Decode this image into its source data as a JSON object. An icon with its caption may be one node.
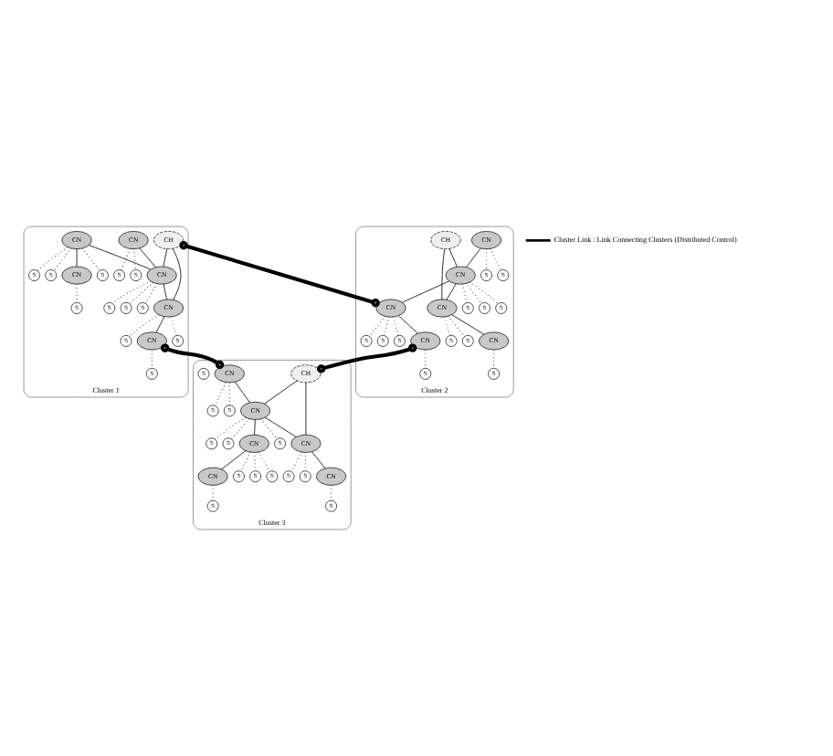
{
  "diagram": {
    "nodes": [
      {
        "text": [
          "Cluster 1"
        ]
      },
      {
        "text": [
          "CN"
        ],
        "in": 0
      },
      {
        "text": [
          "S"
        ],
        "in": 0
      },
      {
        "text": [
          "S"
        ],
        "in": 0
      },
      {
        "text": [
          "S"
        ],
        "in": 0
      },
      {
        "text": [
          "S"
        ],
        "in": 0
      },
      {
        "text": [
          "CN"
        ],
        "in": 0
      },
      {
        "text": [
          "CN"
        ],
        "in": 0
      },
      {
        "text": [
          "S"
        ],
        "in": 0
      },
      {
        "text": [
          "S"
        ],
        "in": 0
      },
      {
        "text": [
          "CH"
        ],
        "in": 0
      },
      {
        "text": [
          "S"
        ],
        "in": 0
      },
      {
        "text": [
          "S"
        ],
        "in": 0
      },
      {
        "text": [
          "S"
        ],
        "in": 0
      },
      {
        "text": [
          "S"
        ],
        "in": 0
      },
      {
        "text": [
          "S"
        ],
        "in": 0
      },
      {
        "text": [
          "CN"
        ],
        "in": 0
      },
      {
        "text": [
          "CN"
        ],
        "in": 0
      },
      {
        "text": [
          "CN"
        ],
        "in": 0
      },
      {
        "text": [
          "S"
        ],
        "in": 0
      },
      {
        "text": [
          "Cluster 2"
        ]
      },
      {
        "text": [
          "CN"
        ],
        "in": 20
      },
      {
        "text": [
          "CH"
        ],
        "in": 20
      },
      {
        "text": [
          "S"
        ],
        "in": 20
      },
      {
        "text": [
          "S"
        ],
        "in": 20
      },
      {
        "text": [
          "S"
        ],
        "in": 20
      },
      {
        "text": [
          "CN"
        ],
        "in": 20
      },
      {
        "text": [
          "S"
        ],
        "in": 20
      },
      {
        "text": [
          "S"
        ],
        "in": 20
      },
      {
        "text": [
          "CN"
        ],
        "in": 20
      },
      {
        "text": [
          "S"
        ],
        "in": 20
      },
      {
        "text": [
          "S"
        ],
        "in": 20
      },
      {
        "text": [
          "S"
        ],
        "in": 20
      },
      {
        "text": [
          "S"
        ],
        "in": 20
      },
      {
        "text": [
          "S"
        ],
        "in": 20
      },
      {
        "text": [
          "CN"
        ],
        "in": 20
      },
      {
        "text": [
          "CN"
        ],
        "in": 20
      },
      {
        "text": [
          "S"
        ],
        "in": 20
      },
      {
        "text": [
          "S"
        ],
        "in": 20
      },
      {
        "text": [
          "CN"
        ],
        "in": 20
      },
      {
        "text": [
          "Cluster 3"
        ]
      },
      {
        "text": [
          "CN"
        ],
        "in": 40
      },
      {
        "text": [
          "CH"
        ],
        "in": 40
      },
      {
        "text": [
          "S"
        ],
        "in": 40
      },
      {
        "text": [
          "S"
        ],
        "in": 40
      },
      {
        "text": [
          "S"
        ],
        "in": 40
      },
      {
        "text": [
          "CN"
        ],
        "in": 40
      },
      {
        "text": [
          "S"
        ],
        "in": 40
      },
      {
        "text": [
          "S"
        ],
        "in": 40
      },
      {
        "text": [
          "CN"
        ],
        "in": 40
      },
      {
        "text": [
          "S"
        ],
        "in": 40
      },
      {
        "text": [
          "S"
        ],
        "in": 40
      },
      {
        "text": [
          "S"
        ],
        "in": 40
      },
      {
        "text": [
          "S"
        ],
        "in": 40
      },
      {
        "text": [
          "S"
        ],
        "in": 40
      },
      {
        "text": [
          "S"
        ],
        "in": 40
      },
      {
        "text": [
          "CN"
        ],
        "in": 40
      },
      {
        "text": [
          "CN"
        ],
        "in": 40
      },
      {
        "text": [
          "S"
        ],
        "in": 40
      },
      {
        "text": [
          "S"
        ],
        "in": 40
      },
      {
        "text": [
          "CN"
        ],
        "in": 40
      }
    ],
    "edges": [
      {
        "from": 1,
        "to": 2,
        "arrow": "none",
        "style": "dashed"
      },
      {
        "from": 1,
        "to": 4,
        "arrow": "none",
        "style": "dashed"
      },
      {
        "from": 1,
        "to": 7,
        "arrow": "none"
      },
      {
        "from": 6,
        "to": 3,
        "arrow": "none",
        "style": "dashed"
      },
      {
        "from": 6,
        "to": 8,
        "arrow": "none",
        "style": "dashed"
      },
      {
        "from": 6,
        "to": 11,
        "arrow": "none",
        "style": "dashed"
      },
      {
        "from": 6,
        "to": 7,
        "arrow": "none"
      },
      {
        "from": 6,
        "to": 17,
        "arrow": "none"
      },
      {
        "from": 7,
        "to": 5,
        "arrow": "none",
        "style": "dashed"
      },
      {
        "from": 7,
        "to": 9,
        "arrow": "none",
        "style": "dashed"
      },
      {
        "from": 7,
        "to": 13,
        "arrow": "none",
        "style": "dashed"
      },
      {
        "from": 7,
        "to": 16,
        "arrow": "none"
      },
      {
        "from": 10,
        "to": 7,
        "arrow": "none"
      },
      {
        "from": 10,
        "to": 16,
        "arrow": "none"
      },
      {
        "from": 17,
        "to": 12,
        "arrow": "none",
        "style": "dashed"
      },
      {
        "from": 16,
        "to": 15,
        "arrow": "none",
        "style": "dashed"
      },
      {
        "from": 16,
        "to": 19,
        "arrow": "none",
        "style": "dashed"
      },
      {
        "from": 16,
        "to": 18,
        "arrow": "none"
      },
      {
        "from": 18,
        "to": 14,
        "arrow": "none",
        "style": "dashed"
      },
      {
        "from": 21,
        "to": 23,
        "arrow": "none",
        "style": "dashed"
      },
      {
        "from": 21,
        "to": 24,
        "arrow": "none",
        "style": "dashed"
      },
      {
        "from": 21,
        "to": 29,
        "arrow": "none"
      },
      {
        "from": 29,
        "to": 25,
        "arrow": "none",
        "style": "dashed"
      },
      {
        "from": 29,
        "to": 28,
        "arrow": "none",
        "style": "dashed"
      },
      {
        "from": 29,
        "to": 32,
        "arrow": "none",
        "style": "dashed"
      },
      {
        "from": 29,
        "to": 26,
        "arrow": "none"
      },
      {
        "from": 22,
        "to": 29,
        "arrow": "none"
      },
      {
        "from": 22,
        "to": 26,
        "arrow": "none"
      },
      {
        "from": 26,
        "to": 30,
        "arrow": "none",
        "style": "dashed"
      },
      {
        "from": 26,
        "to": 31,
        "arrow": "none",
        "style": "dashed"
      },
      {
        "from": 26,
        "to": 35,
        "arrow": "none"
      },
      {
        "from": 35,
        "to": 34,
        "arrow": "none",
        "style": "dashed"
      },
      {
        "from": 29,
        "to": 36,
        "arrow": "none"
      },
      {
        "from": 36,
        "to": 27,
        "arrow": "none",
        "style": "dashed"
      },
      {
        "from": 36,
        "to": 33,
        "arrow": "none",
        "style": "dashed"
      },
      {
        "from": 36,
        "to": 37,
        "arrow": "none",
        "style": "dashed"
      },
      {
        "from": 36,
        "to": 39,
        "arrow": "none"
      },
      {
        "from": 39,
        "to": 38,
        "arrow": "none",
        "style": "dashed"
      },
      {
        "from": 41,
        "to": 43,
        "arrow": "none",
        "style": "dashed"
      },
      {
        "from": 41,
        "to": 45,
        "arrow": "none",
        "style": "dashed"
      },
      {
        "from": 41,
        "to": 49,
        "arrow": "none"
      },
      {
        "from": 49,
        "to": 44,
        "arrow": "none",
        "style": "dashed"
      },
      {
        "from": 49,
        "to": 48,
        "arrow": "none",
        "style": "dashed"
      },
      {
        "from": 49,
        "to": 52,
        "arrow": "none",
        "style": "dashed"
      },
      {
        "from": 49,
        "to": 46,
        "arrow": "none"
      },
      {
        "from": 42,
        "to": 49,
        "arrow": "none"
      },
      {
        "from": 42,
        "to": 46,
        "arrow": "none"
      },
      {
        "from": 46,
        "to": 50,
        "arrow": "none",
        "style": "dashed"
      },
      {
        "from": 46,
        "to": 51,
        "arrow": "none",
        "style": "dashed"
      },
      {
        "from": 46,
        "to": 56,
        "arrow": "none"
      },
      {
        "from": 56,
        "to": 55,
        "arrow": "none",
        "style": "dashed"
      },
      {
        "from": 49,
        "to": 57,
        "arrow": "none"
      },
      {
        "from": 57,
        "to": 47,
        "arrow": "none",
        "style": "dashed"
      },
      {
        "from": 57,
        "to": 54,
        "arrow": "none",
        "style": "dashed"
      },
      {
        "from": 57,
        "to": 58,
        "arrow": "none",
        "style": "dashed"
      },
      {
        "from": 57,
        "to": 60,
        "arrow": "none"
      },
      {
        "from": 60,
        "to": 59,
        "arrow": "none",
        "style": "dashed"
      },
      {
        "from": 10,
        "to": 36,
        "arrow": "other",
        "style": "thick"
      },
      {
        "from": 18,
        "to": 41,
        "arrow": "other",
        "style": "thick"
      },
      {
        "from": 39,
        "to": 42,
        "arrow": "other",
        "style": "thick"
      }
    ],
    "legend": [
      {
        "text": "Cluster Link : Link Connecting Clusters (Distributed Control)"
      }
    ]
  }
}
